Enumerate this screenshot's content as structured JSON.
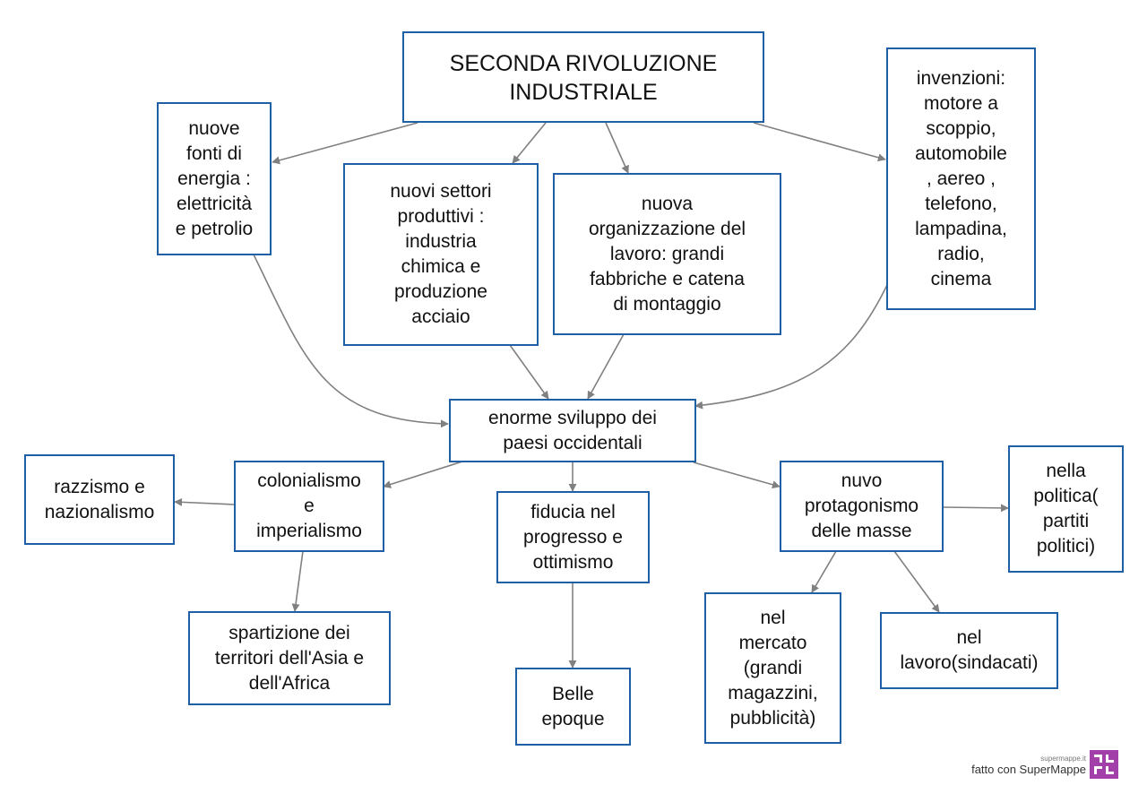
{
  "nodes": {
    "title": "SECONDA  RIVOLUZIONE\nINDUSTRIALE",
    "energy": "nuove\nfonti di\nenergia :\nelettricità\ne petrolio",
    "sectors": "nuovi settori\nproduttivi :\nindustria\nchimica e\nproduzione\nacciaio",
    "organization": "nuova\norganizzazione del\nlavoro: grandi\nfabbriche e catena\ndi montaggio",
    "inventions": "invenzioni:\nmotore a\nscoppio,\nautomobile\n, aereo ,\ntelefono,\nlampadina,\nradio,\ncinema",
    "development": "enorme sviluppo  dei\npaesi occidentali",
    "racism": "razzismo e\nnazionalismo",
    "colonialism": "colonialismo\ne\nimperialismo",
    "partition": "spartizione dei\nterritori dell'Asia e\ndell'Africa",
    "confidence": "fiducia nel\nprogresso e\nottimismo",
    "belle_epoque": "Belle\nepoque",
    "masses": "nuvo\nprotagonismo\ndelle masse",
    "politics": "nella\npolitica(\npartiti\npolitici)",
    "market": "nel\nmercato\n(grandi\nmagazzini,\npubblicità)",
    "work": "nel\nlavoro(sindacati)"
  },
  "branding": {
    "site": "supermappe.it",
    "label": "fatto con SuperMappe",
    "logo_color": "#a23fa8"
  },
  "colors": {
    "node_border": "#1f5fa6",
    "arrow": "#808080"
  }
}
